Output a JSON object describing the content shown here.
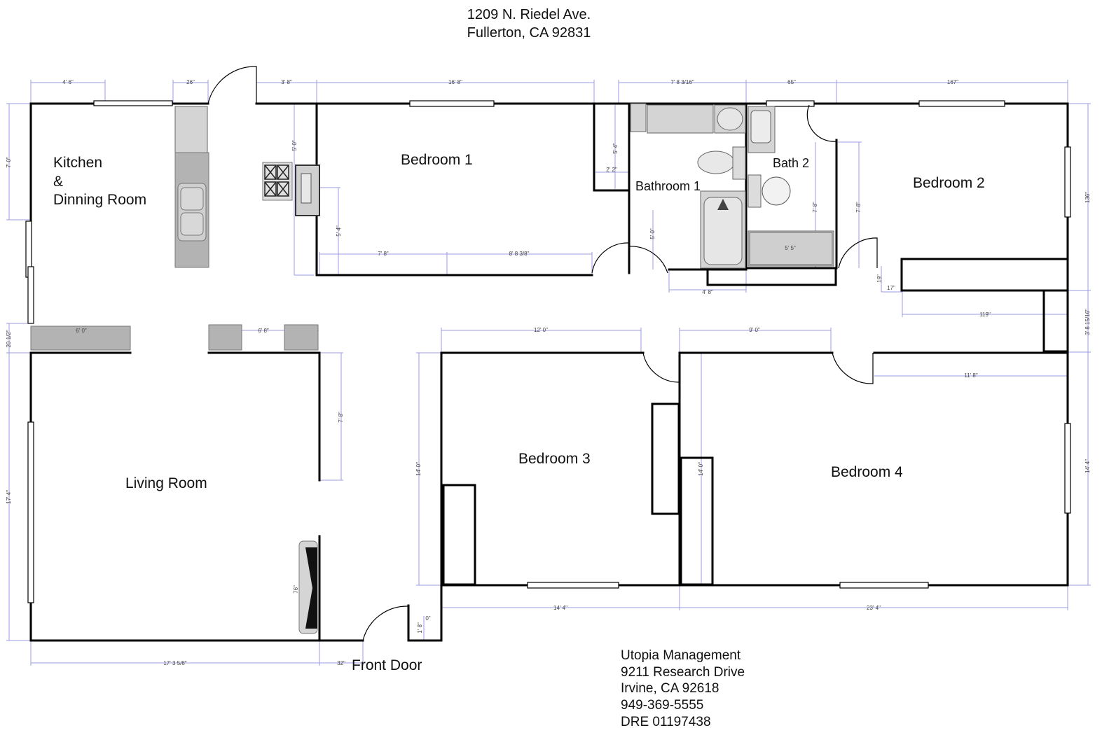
{
  "header": {
    "line1": "1209 N. Riedel Ave.",
    "line2": "Fullerton, CA 92831"
  },
  "rooms": {
    "kitchen_line1": "Kitchen",
    "kitchen_line2": "&",
    "kitchen_line3": "Dinning Room",
    "bedroom1": "Bedroom 1",
    "bathroom1": "Bathroom 1",
    "bath2": "Bath 2",
    "bedroom2": "Bedroom 2",
    "living": "Living Room",
    "bedroom3": "Bedroom 3",
    "bedroom4": "Bedroom 4",
    "front_door": "Front Door"
  },
  "dimensions": {
    "top_4_6": "4' 6\"",
    "top_26": "26\"",
    "top_3_8": "3' 8\"",
    "top_16_8": "16' 8\"",
    "top_7_8_3_16": "7' 8 3/16\"",
    "top_65": "65\"",
    "top_167": "167\"",
    "left_7_0": "7' 0\"",
    "left_20_half": "20 1/2\"",
    "left_17_4": "17' 4\"",
    "kitchen_5_0": "5' 0\"",
    "kitchen_5_4": "5' 4\"",
    "bed1_7_8": "7' 8\"",
    "bed1_8_8_3_8": "8' 8 3/8\"",
    "closet_5_4": "5' 4\"",
    "closet_2_2": "2' 2\"",
    "bath1_5_0": "5' 0\"",
    "bath1_4_8": "4' 8\"",
    "bath2_7_8": "7' 8\"",
    "bath2_5_5": "5' 5\"",
    "bed2_7_8": "7' 8\"",
    "right_136": "136\"",
    "hall_19": "19\"",
    "hall_17": "17\"",
    "hall_119": "119\"",
    "right_3_8_15_16": "3' 8 15/16\"",
    "counter_6_0": "6' 0\"",
    "counter_6_8": "6' 8\"",
    "living_7_8": "7' 8\"",
    "fireplace_76": "76\"",
    "bed3_12_0": "12' 0\"",
    "bed3_14_0": "14' 0\"",
    "bed4_9_0": "9' 0\"",
    "bed4_11_8": "11' 8\"",
    "bed4_14_0": "14' 0\"",
    "right_14_4": "14' 4\"",
    "bottom_14_4": "14' 4\"",
    "bottom_23_4": "23' 4\"",
    "bottom_17_3_5_8": "17' 3 5/8\"",
    "bottom_32": "32\"",
    "bottom_1_8": "1' 8\"",
    "bottom_0": "0\""
  },
  "company": {
    "name": "Utopia Management",
    "street": "9211 Research Drive",
    "city": "Irvine, CA 92618",
    "phone": "949-369-5555",
    "license": "DRE 01197438"
  }
}
